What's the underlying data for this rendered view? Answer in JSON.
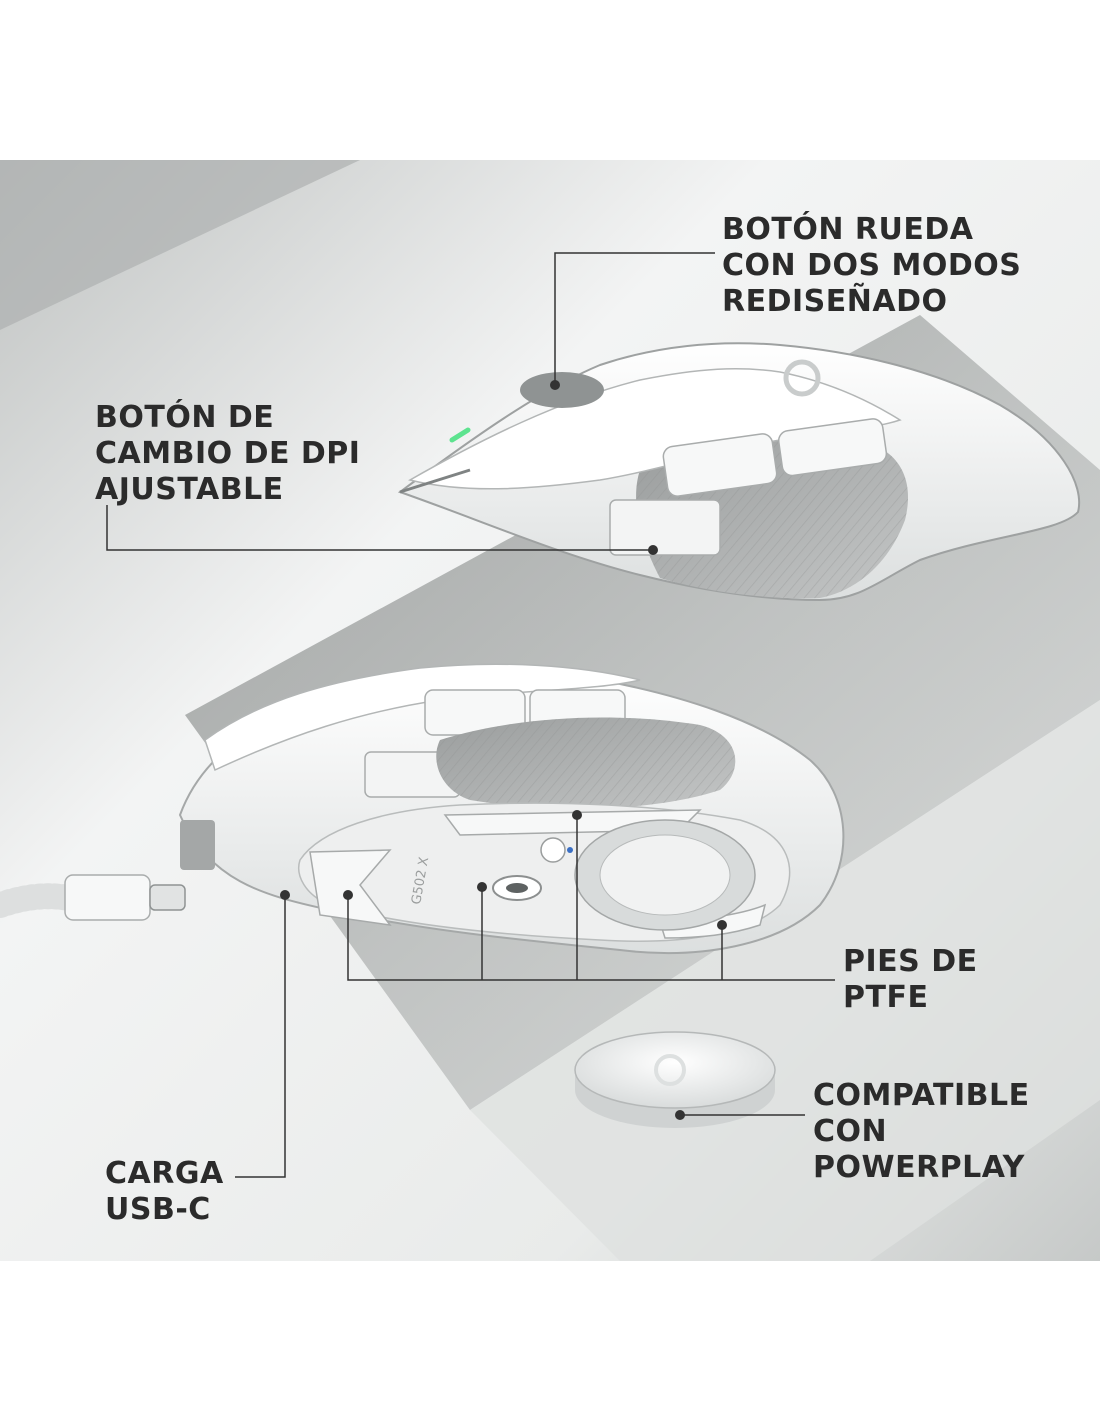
{
  "callouts": {
    "scroll_wheel": [
      "BOTÓN RUEDA",
      "CON DOS MODOS",
      "REDISEÑADO"
    ],
    "dpi_button": [
      "BOTÓN DE",
      "CAMBIO DE DPI",
      "AJUSTABLE"
    ],
    "ptfe_feet": [
      "PIES DE",
      "PTFE"
    ],
    "powerplay": [
      "COMPATIBLE",
      "CON",
      "POWERPLAY"
    ],
    "usb_c": [
      "CARGA",
      "USB-C"
    ]
  },
  "product": {
    "model_marking": "G502 X"
  },
  "colors": {
    "text": "#2b2b2b",
    "callout_line": "#333333",
    "panel_light": "#eef0ef",
    "panel_mid": "#c9cccb",
    "mouse_body": "#f4f5f5",
    "grip_panel": "#a9abab",
    "dpi_led": "#5de38f"
  }
}
